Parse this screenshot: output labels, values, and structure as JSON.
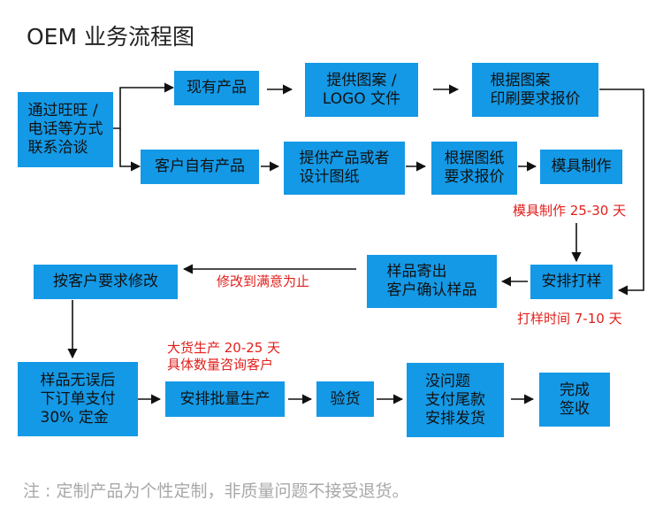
{
  "title": "OEM 业务流程图",
  "colors": {
    "box": "#1499e6",
    "note": "#e0201c",
    "arrow": "#111111"
  },
  "boxes": {
    "contact": "通过旺旺 /\n电话等方式\n联系洽谈",
    "existing": "现有产品",
    "provide_pattern": "提供图案 /\nLOGO 文件",
    "quote_print": "根据图案\n印刷要求报价",
    "own_product": "客户自有产品",
    "provide_drawing": "提供产品或者\n设计图纸",
    "quote_drawing": "根据图纸\n要求报价",
    "mold": "模具制作",
    "sample": "安排打样",
    "send_sample": "样品寄出\n客户确认样品",
    "revise": "按客户要求修改",
    "order": "样品无误后\n下订单支付\n30% 定金",
    "mass": "安排批量生产",
    "inspect": "验货",
    "pay": "没问题\n支付尾款\n安排发货",
    "done": "完成\n签收"
  },
  "notes": {
    "mold_time": "模具制作 25-30 天",
    "revise_loop": "修改到满意为止",
    "sample_time": "打样时间 7-10 天",
    "mass_time": "大货生产 20-25 天\n具体数量咨询客户"
  },
  "footer": "注 : 定制产品为个性定制，非质量问题不接受退货。"
}
